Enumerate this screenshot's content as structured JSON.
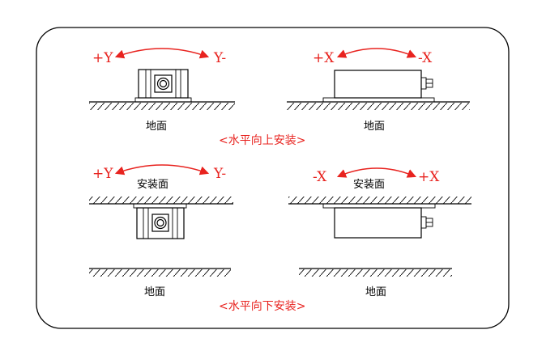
{
  "panels": {
    "top_left": {
      "left_label": "+Y",
      "right_label": "Y-",
      "ground_label": "地面"
    },
    "top_right": {
      "left_label": "+X",
      "right_label": "-X",
      "ground_label": "地面"
    },
    "bottom_left": {
      "left_label": "+Y",
      "right_label": "Y-",
      "mount_label": "安装面",
      "ground_label": "地面"
    },
    "bottom_right": {
      "left_label": "-X",
      "right_label": "+X",
      "mount_label": "安装面",
      "ground_label": "地面"
    }
  },
  "captions": {
    "upward": "<水平向上安装>",
    "downward": "<水平向下安装>"
  },
  "colors": {
    "accent": "#e8231f",
    "line": "#000000"
  }
}
